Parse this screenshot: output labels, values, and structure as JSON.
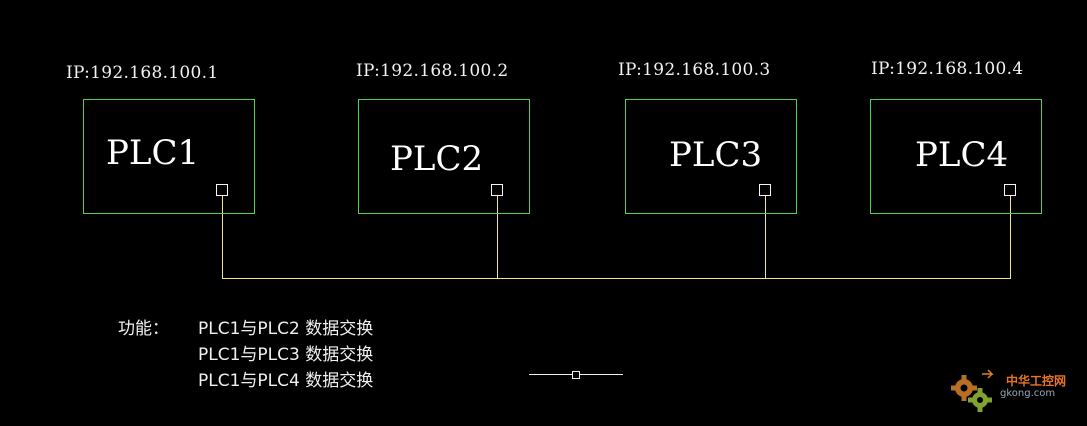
{
  "plcs": [
    {
      "ip": "IP:192.168.100.1",
      "name": "PLC1"
    },
    {
      "ip": "IP:192.168.100.2",
      "name": "PLC2"
    },
    {
      "ip": "IP:192.168.100.3",
      "name": "PLC3"
    },
    {
      "ip": "IP:192.168.100.4",
      "name": "PLC4"
    }
  ],
  "function": {
    "title": "功能：",
    "items": [
      "PLC1与PLC2 数据交换",
      "PLC1与PLC3 数据交换",
      "PLC1与PLC4 数据交换"
    ]
  },
  "watermark": {
    "brand": "中华工控网",
    "url": "gkong.com",
    "icon": "gear-logo-icon"
  },
  "colors": {
    "background": "#000000",
    "box_border": "#4fd24f",
    "bus_line": "#f0e68c",
    "text": "#f2f2f2"
  }
}
